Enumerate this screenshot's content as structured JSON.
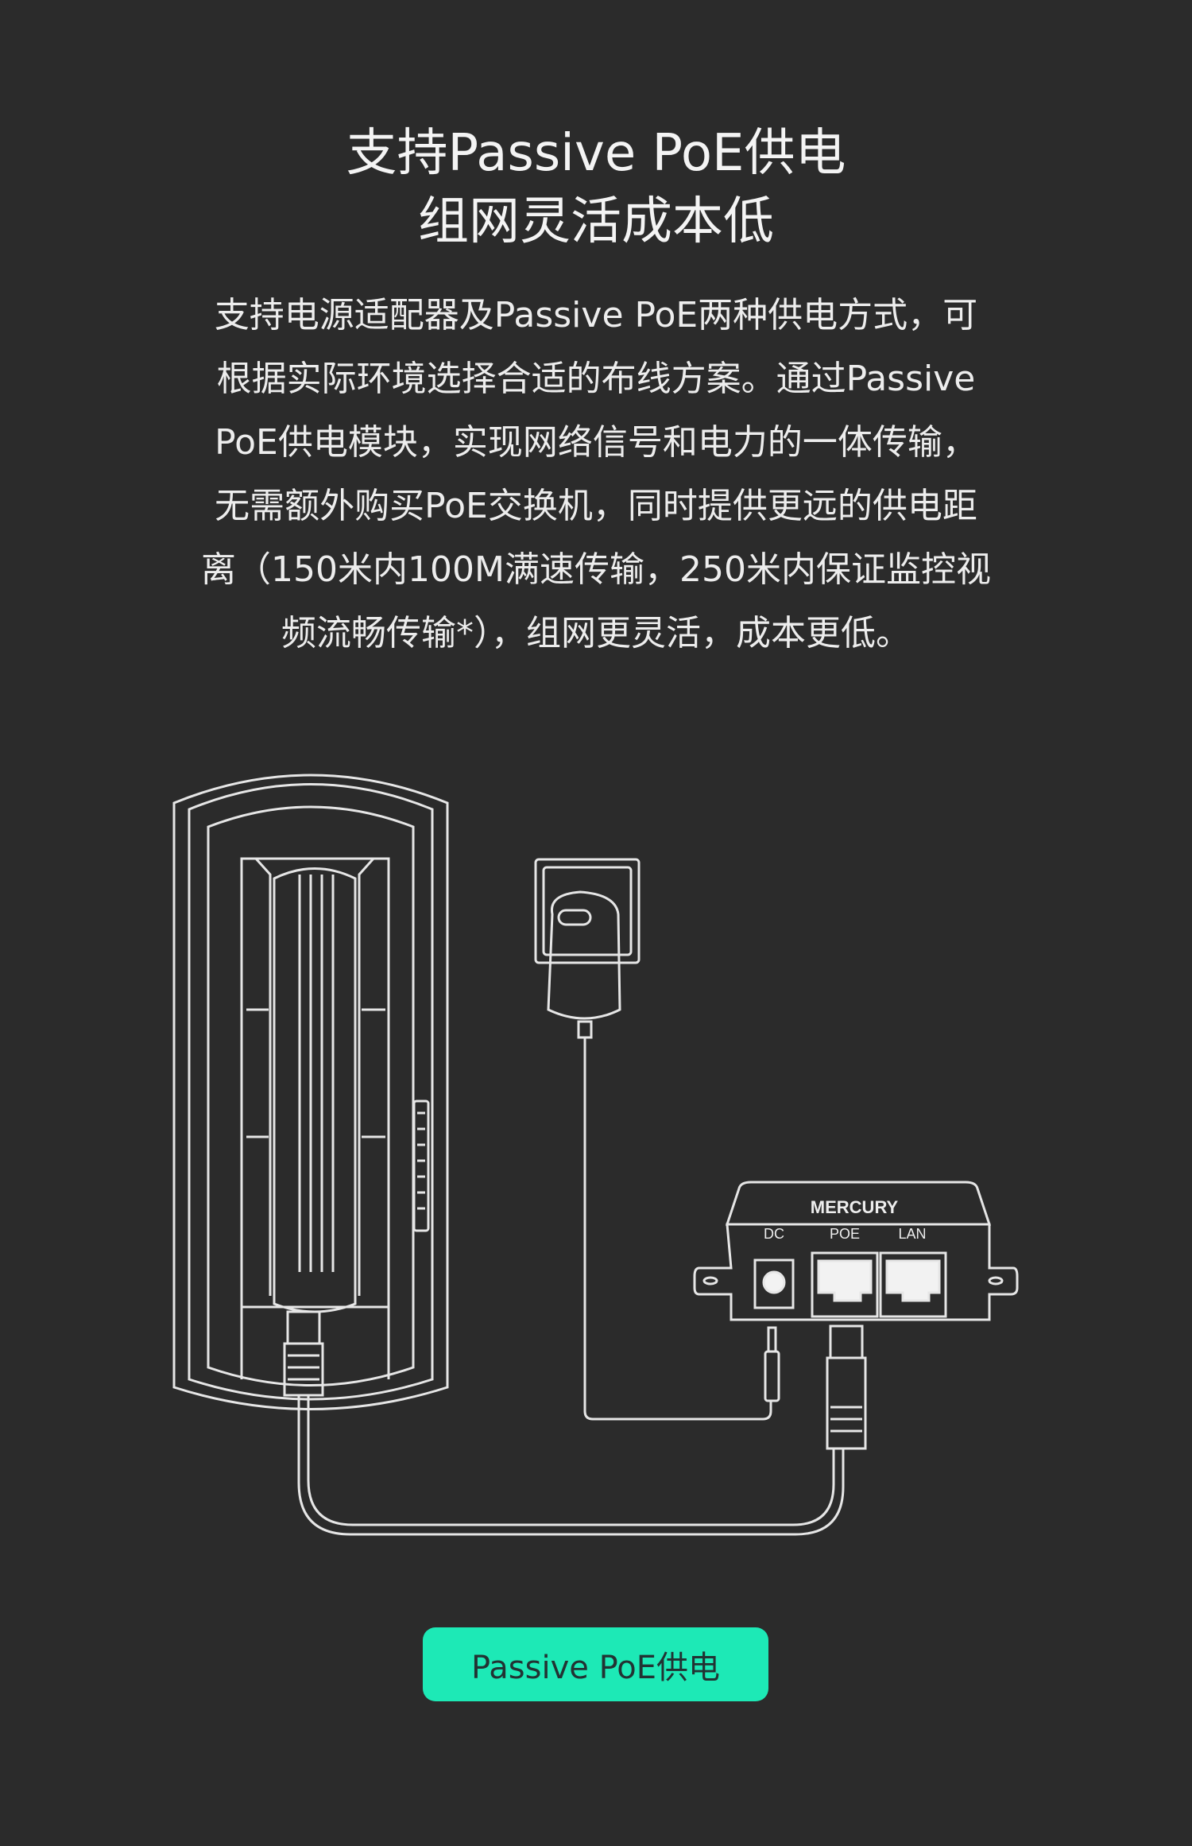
{
  "title": {
    "line1": "支持Passive PoE供电",
    "line2": "组网灵活成本低"
  },
  "description": [
    "支持电源适配器及Passive PoE两种供电方式，可",
    "根据实际环境选择合适的布线方案。通过Passive",
    "PoE供电模块，实现网络信号和电力的一体传输，",
    "无需额外购买PoE交换机，同时提供更远的供电距",
    "离（150米内100M满速传输，250米内保证监控视",
    "频流畅传输*），组网更灵活，成本更低。"
  ],
  "diagram": {
    "brand": "MERCURY",
    "ports": {
      "dc": "DC",
      "poe": "POE",
      "lan": "LAN"
    }
  },
  "button": {
    "label": "Passive PoE供电"
  },
  "colors": {
    "background": "#2b2b2b",
    "accent": "#1de9b6",
    "line": "#e6e6e6"
  }
}
